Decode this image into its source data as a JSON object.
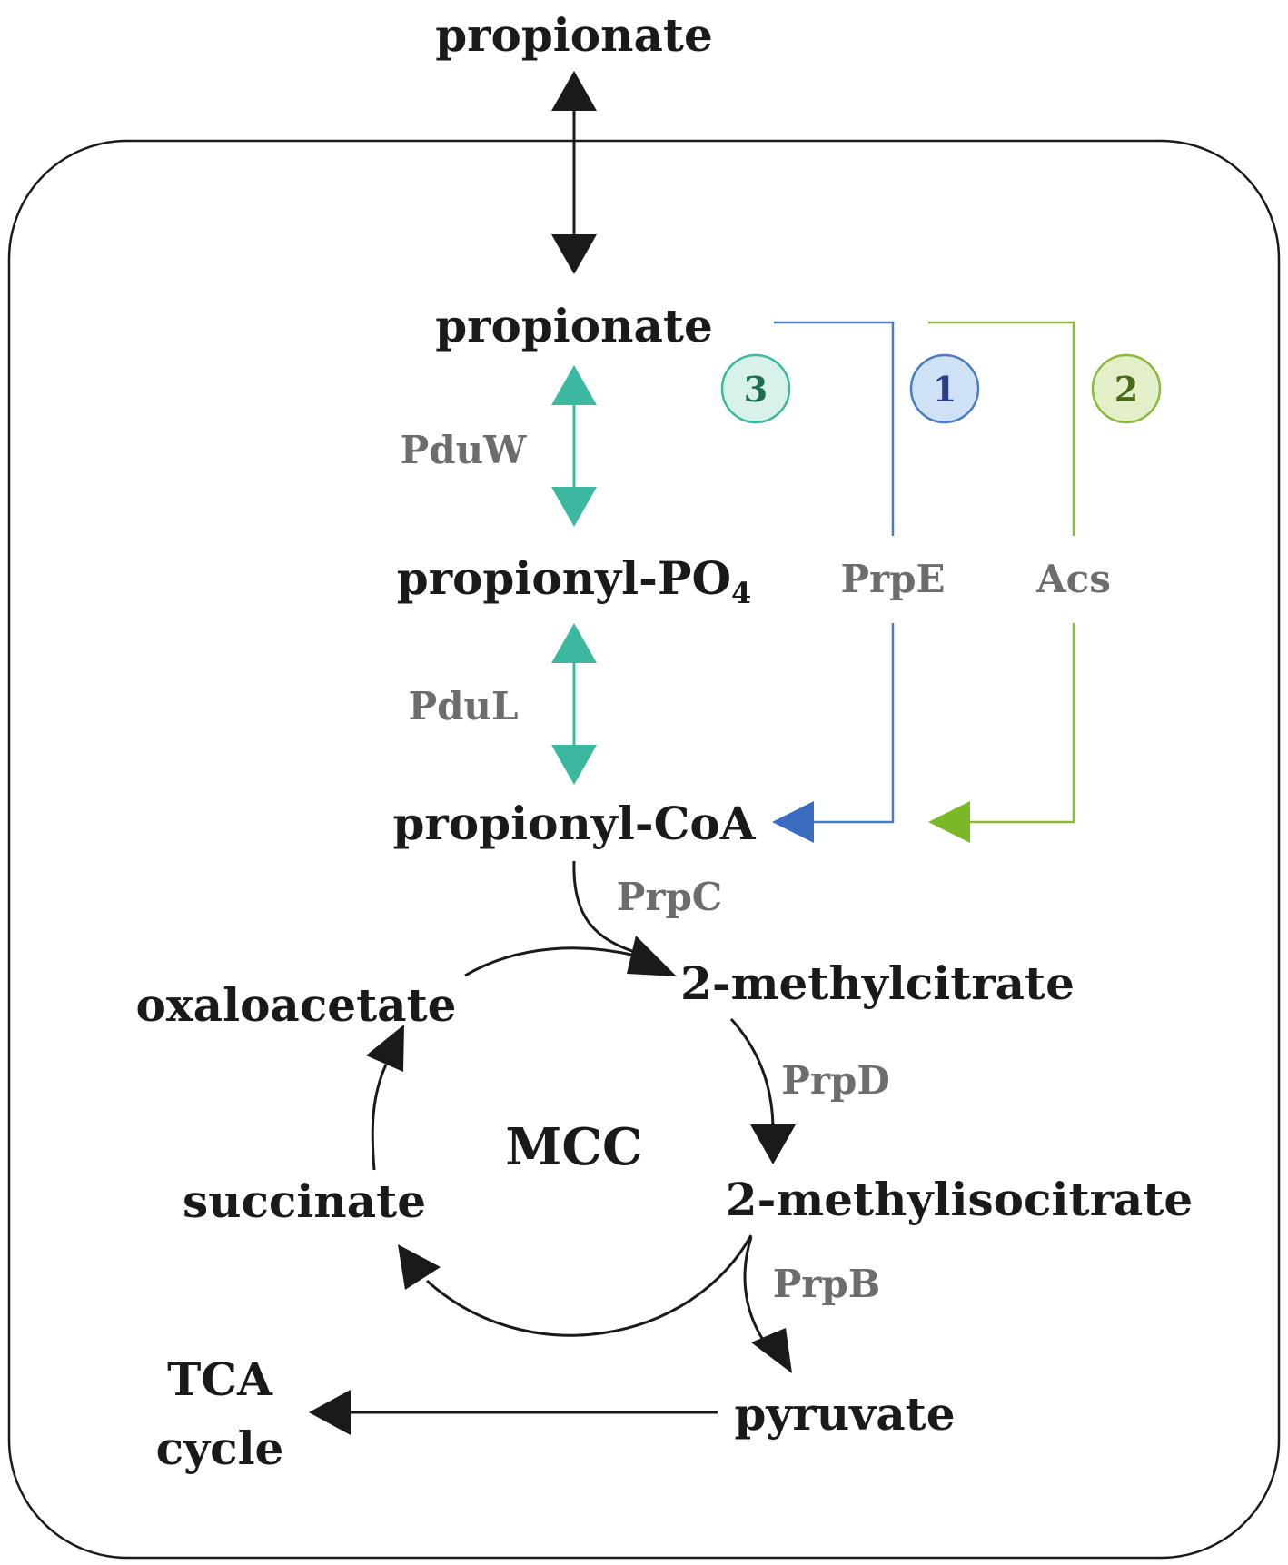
{
  "metabolites": {
    "propionate_outside": "propionate",
    "propionate_inside": "propionate",
    "propionyl_po4": "propionyl-PO",
    "propionyl_po4_subscript": "4",
    "propionyl_coa": "propionyl-CoA",
    "methylcitrate": "2-methylcitrate",
    "methylisocitrate": "2-methylisocitrate",
    "oxaloacetate": "oxaloacetate",
    "succinate": "succinate",
    "pyruvate": "pyruvate",
    "tca_line1": "TCA",
    "tca_line2": "cycle"
  },
  "enzymes": {
    "pduw": "PduW",
    "pdul": "PduL",
    "prpe": "PrpE",
    "acs": "Acs",
    "prpc": "PrpC",
    "prpd": "PrpD",
    "prpb": "PrpB"
  },
  "cycle_label": "MCC",
  "pathway_badges": [
    {
      "label": "3",
      "stroke": "#3db8a0",
      "fill": "#d8f1ea",
      "text": "#1e6e4e"
    },
    {
      "label": "1",
      "stroke": "#4a7cc0",
      "fill": "#cfe2f5",
      "text": "#2a3f8a"
    },
    {
      "label": "2",
      "stroke": "#8ab83a",
      "fill": "#e2efc9",
      "text": "#4a6a1a"
    }
  ],
  "colors": {
    "black": "#1a1a1a",
    "teal": "#3db8a0",
    "blue": "#4a7cc0",
    "green": "#8ab83a",
    "enzyme_gray": "#6d6d6d"
  }
}
